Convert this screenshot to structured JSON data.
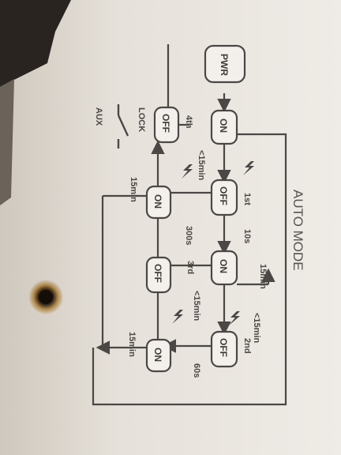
{
  "title": "AUTO MODE",
  "states": {
    "pwr": "PWR",
    "on_1": "ON",
    "off_1": "OFF",
    "on_2": "ON",
    "off_2": "OFF",
    "on_3": "ON",
    "off_3": "OFF",
    "on_4": "ON",
    "off_4": "OFF"
  },
  "labels": {
    "t_1st": "1st",
    "t_10s": "10s",
    "t_15min_top": "15min",
    "t_lt15_a": "<15min",
    "t_2nd": "2nd",
    "t_60s": "60s",
    "t_15min_right": "15min",
    "t_lt15_b": "<15min",
    "t_3rd": "3rd",
    "t_300s": "300s",
    "t_lt15_c": "<15min",
    "t_15min_mid": "15min",
    "t_4th": "4th",
    "lock": "LOCK",
    "aux": "AUX"
  },
  "colors": {
    "panel": "#ece7e1",
    "ink": "#4a4745",
    "box": "#f3f0ec"
  }
}
